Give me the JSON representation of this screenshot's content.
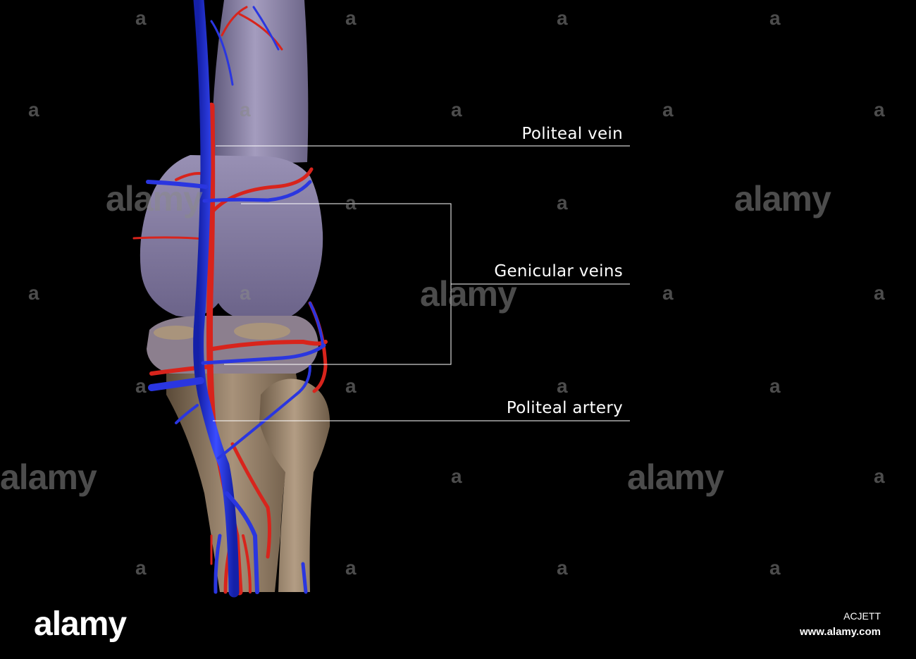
{
  "labels": {
    "politeal_vein": "Politeal vein",
    "genicular_veins": "Genicular veins",
    "politeal_artery": "Politeal artery"
  },
  "watermark": {
    "text": "alamy",
    "mark": "a"
  },
  "footer": {
    "logo": "alamy",
    "image_id": "ACJETT",
    "url": "www.alamy.com"
  },
  "colors": {
    "background": "#000000",
    "vein": "#1f2bd6",
    "artery": "#d8241c",
    "femur": "#8d84a8",
    "tibia": "#a08a6e",
    "leader_line": "#ffffff"
  }
}
